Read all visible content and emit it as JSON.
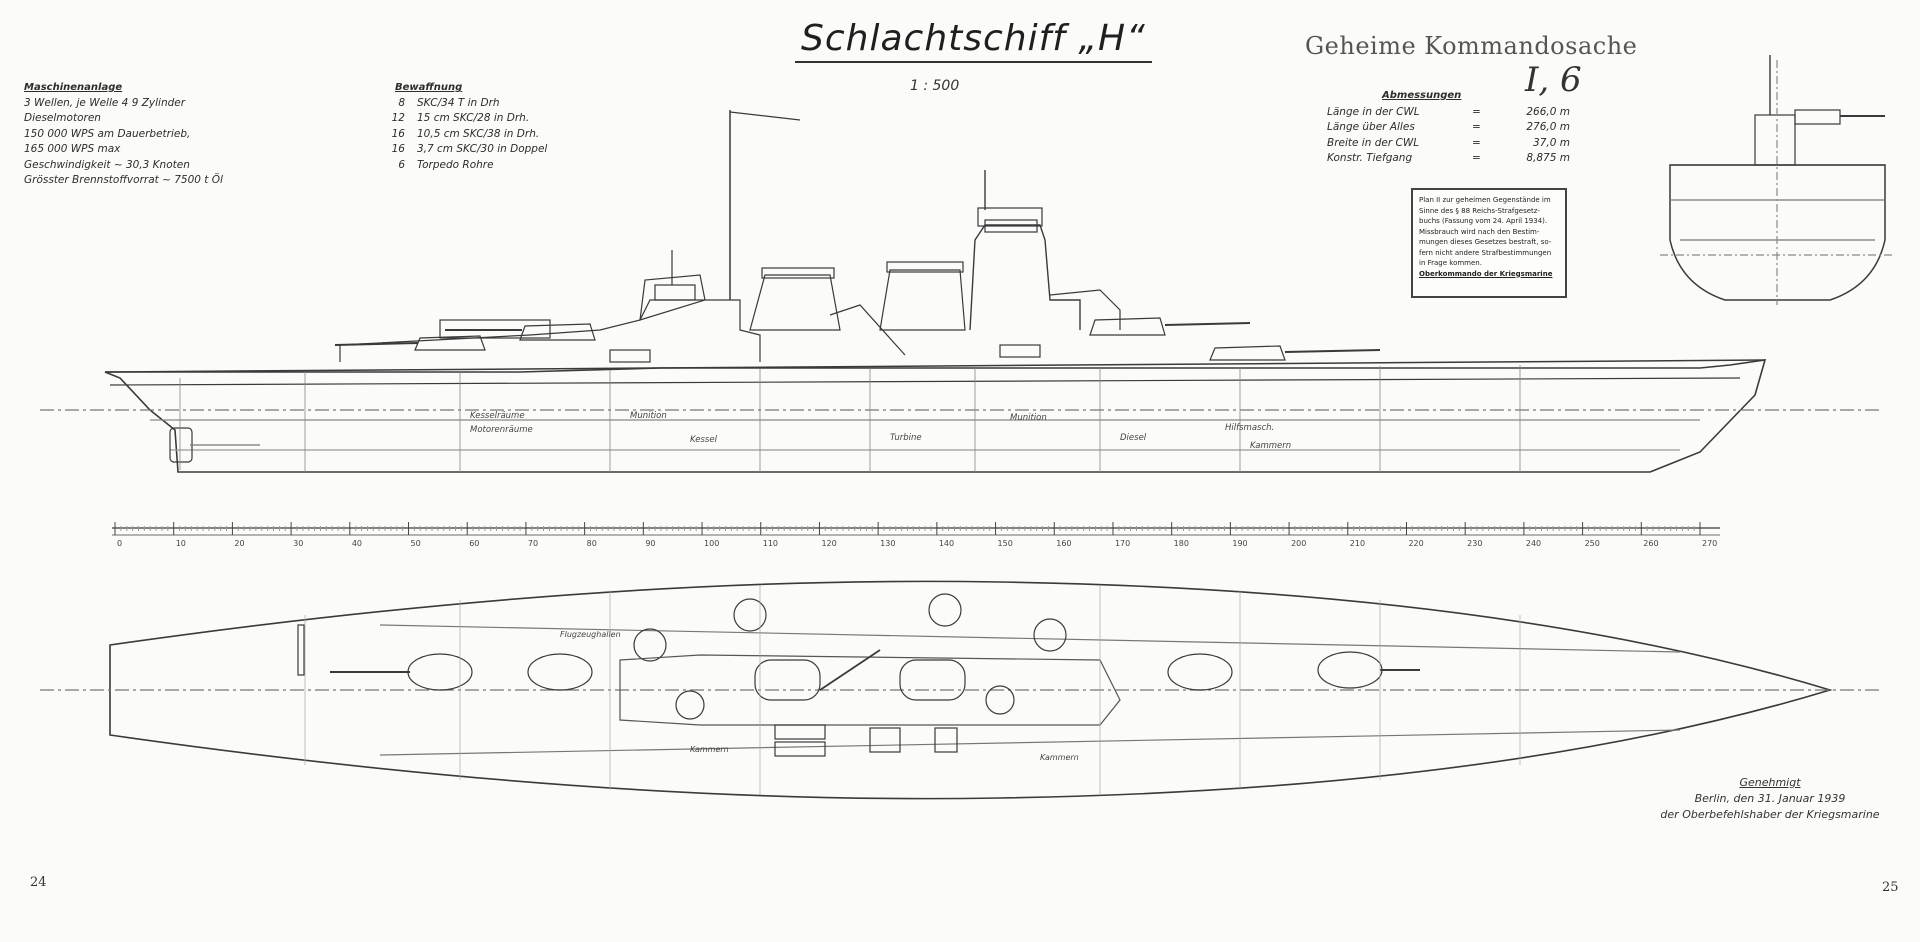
{
  "title": "Schlachtschiff „H“",
  "scale": "1 : 500",
  "classification": "Geheime Kommandosache",
  "sheet_number": "I, 6",
  "machinery": {
    "heading": "Maschinenanlage",
    "lines": [
      "3 Wellen, je Welle 4 9 Zylinder",
      "Dieselmotoren",
      "150 000 WPS am Dauerbetrieb,",
      "165 000 WPS max",
      "Geschwindigkeit ~ 30,3 Knoten",
      "Grösster Brennstoffvorrat ~ 7500 t Öl"
    ]
  },
  "armament": {
    "heading": "Bewaffnung",
    "rows": [
      {
        "count": "8",
        "desc": "SKC/34 T in Drh"
      },
      {
        "count": "12",
        "desc": "15 cm SKC/28 in Drh."
      },
      {
        "count": "16",
        "desc": "10,5 cm SKC/38 in Drh."
      },
      {
        "count": "16",
        "desc": "3,7 cm SKC/30 in Doppel"
      },
      {
        "count": "6",
        "desc": "Torpedo Rohre"
      }
    ]
  },
  "dimensions": {
    "heading": "Abmessungen",
    "rows": [
      {
        "label": "Länge in der CWL",
        "value": "266,0 m"
      },
      {
        "label": "Länge über Alles",
        "value": "276,0 m"
      },
      {
        "label": "Breite in der CWL",
        "value": "37,0 m"
      },
      {
        "label": "Konstr. Tiefgang",
        "value": "8,875 m"
      }
    ]
  },
  "stamp": {
    "lines": [
      "Plan II zur geheimen Gegenstände im",
      "Sinne des § 88 Reichs-Strafgesetz-",
      "buchs (Fassung vom 24. April 1934).",
      "Missbrauch wird nach den Bestim-",
      "mungen dieses Gesetzes bestraft, so-",
      "fern nicht andere Strafbestimmungen",
      "in Frage kommen."
    ],
    "last_line": "Oberkommando der Kriegsmarine"
  },
  "approval": {
    "heading": "Genehmigt",
    "date_line": "Berlin, den 31. Januar 1939",
    "sign_line": "der Oberbefehlshaber der Kriegsmarine"
  },
  "profile_labels": [
    "Kesselräume",
    "Motorenräume",
    "Munition",
    "Kessel",
    "Turbine",
    "Munition",
    "Diesel",
    "Hilfsmasch.",
    "Kammern"
  ],
  "plan_labels": [
    "Flugzeughallen",
    "Kammern",
    "Kammern"
  ],
  "frame_ticks": [
    "0",
    "10",
    "20",
    "30",
    "40",
    "50",
    "60",
    "70",
    "80",
    "90",
    "100",
    "110",
    "120",
    "130",
    "140",
    "150",
    "160",
    "170",
    "180",
    "190",
    "200",
    "210",
    "220",
    "230",
    "240",
    "250",
    "260",
    "270"
  ],
  "page_left": "24",
  "page_right": "25",
  "colors": {
    "ink": "#2a2a2a",
    "paper": "#fbfbf9",
    "faint": "#9a9a9a"
  }
}
